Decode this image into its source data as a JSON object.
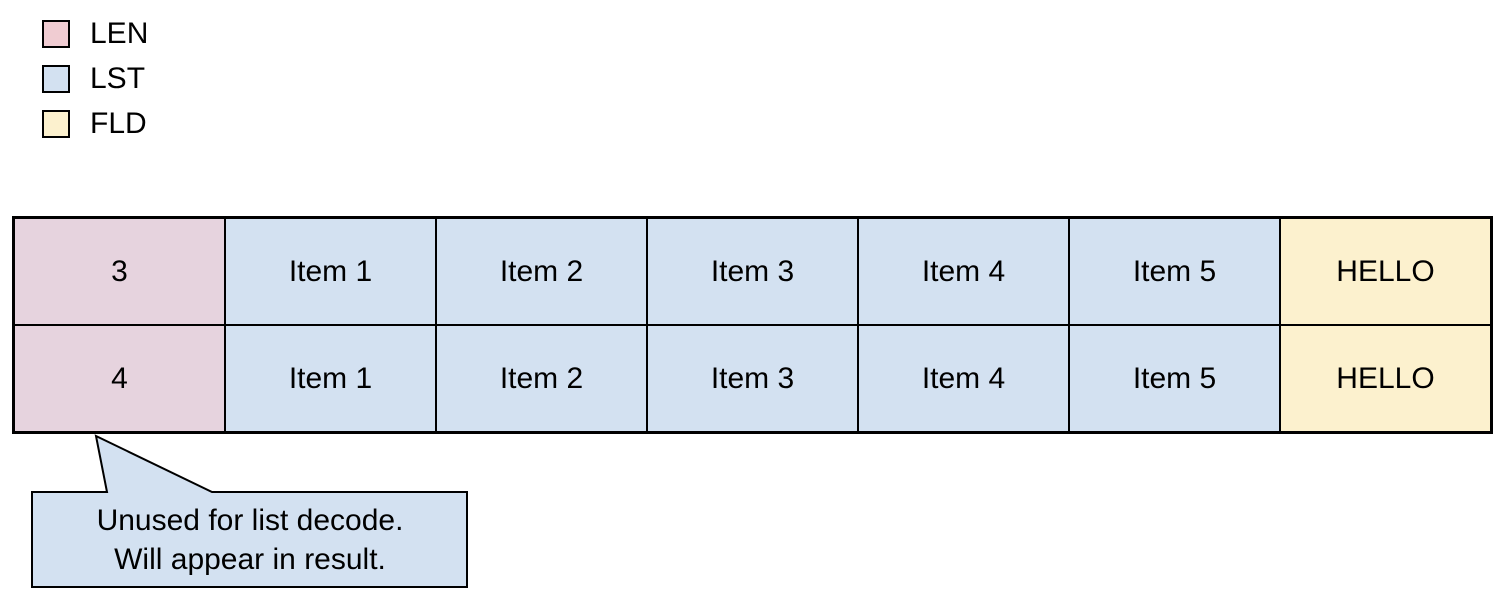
{
  "legend": {
    "items": [
      {
        "label": "LEN",
        "color": "#f0ccd2"
      },
      {
        "label": "LST",
        "color": "#d3e1f1"
      },
      {
        "label": "FLD",
        "color": "#fcf1ce"
      }
    ]
  },
  "table": {
    "rows": [
      {
        "len": "3",
        "items": [
          "Item 1",
          "Item 2",
          "Item 3",
          "Item 4",
          "Item 5"
        ],
        "fld": "HELLO"
      },
      {
        "len": "4",
        "items": [
          "Item 1",
          "Item 2",
          "Item 3",
          "Item 4",
          "Item 5"
        ],
        "fld": "HELLO"
      }
    ]
  },
  "callout": {
    "line1": "Unused for list decode.",
    "line2": "Will appear in result."
  },
  "colors": {
    "len_cell": "#e6d3de",
    "len_legend": "#f0ccd2",
    "lst": "#d3e1f1",
    "fld": "#fcf1ce",
    "callout_fill": "#d3e1f1",
    "border": "#000000"
  }
}
